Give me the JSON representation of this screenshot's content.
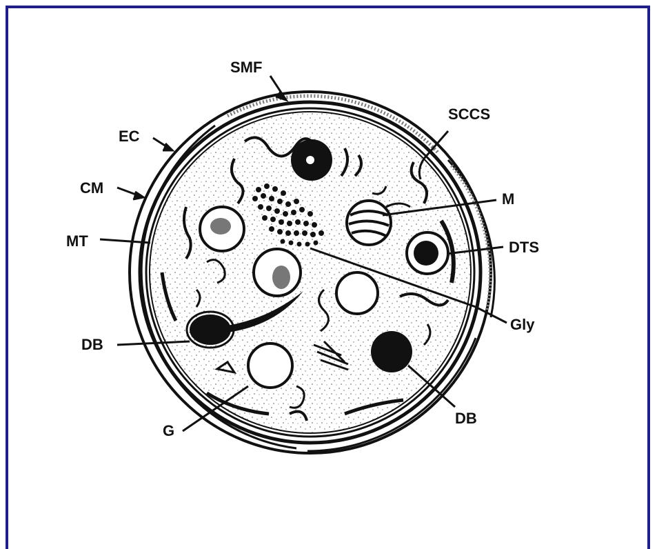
{
  "labels": {
    "smf": "SMF",
    "sccs": "SCCS",
    "ec": "EC",
    "cm": "CM",
    "m": "M",
    "mt": "MT",
    "dts": "DTS",
    "gly": "Gly",
    "db_left": "DB",
    "db_right": "DB",
    "g": "G"
  },
  "colors": {
    "frame": "#1f1f87",
    "ink": "#111111"
  }
}
